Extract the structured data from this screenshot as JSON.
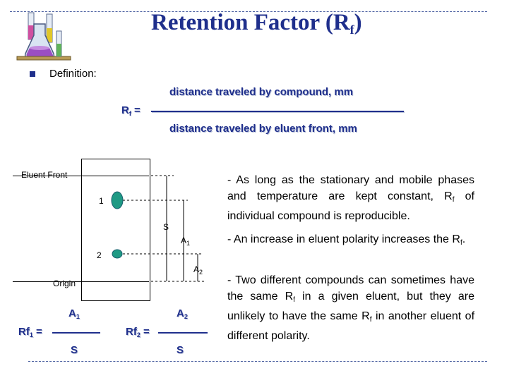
{
  "slide": {
    "title_main": "Retention Factor (R",
    "title_sub": "f",
    "title_close": ")",
    "definition_label": "Definition:"
  },
  "formula": {
    "numerator": "distance traveled by compound, mm",
    "lhs": "R",
    "lhs_sub": "f",
    "equals": " = ",
    "denominator": "distance traveled by eluent front, mm"
  },
  "diagram": {
    "eluent_front": "Eluent Front",
    "origin": "Origin",
    "spot1": "1",
    "spot2": "2",
    "s_label": "S",
    "a1_label": "A",
    "a1_sub": "1",
    "a2_label": "A",
    "a2_sub": "2"
  },
  "rf_formulas": {
    "rf1_prefix": "Rf",
    "rf1_sub": "1",
    "rf2_prefix": "Rf",
    "rf2_sub": "2",
    "equals": " = ",
    "num1": "A",
    "num1_sub": "1",
    "num2": "A",
    "num2_sub": "2",
    "den1": "S",
    "den2": "S"
  },
  "notes": {
    "p1_dash": "-",
    "p1_a": " As long as the stationary and mobile phases and temperature are kept constant, R",
    "p1_sub": "f",
    "p1_b": " of individual compound is reproducible.",
    "p2_dash": "-",
    "p2_a": " An increase in eluent polarity increases the R",
    "p2_sub": "f",
    "p2_b": ".",
    "p3_dash": "-",
    "p3_a": " Two different compounds can sometimes have the same R",
    "p3_sub1": "f",
    "p3_b": " in a given eluent, but they are unlikely to have the same R",
    "p3_sub2": "f",
    "p3_c": " in another eluent of different polarity."
  },
  "colors": {
    "title": "#1f2f8c",
    "spot": "#1f9a84",
    "rule_dash": "#4a5fa0"
  }
}
